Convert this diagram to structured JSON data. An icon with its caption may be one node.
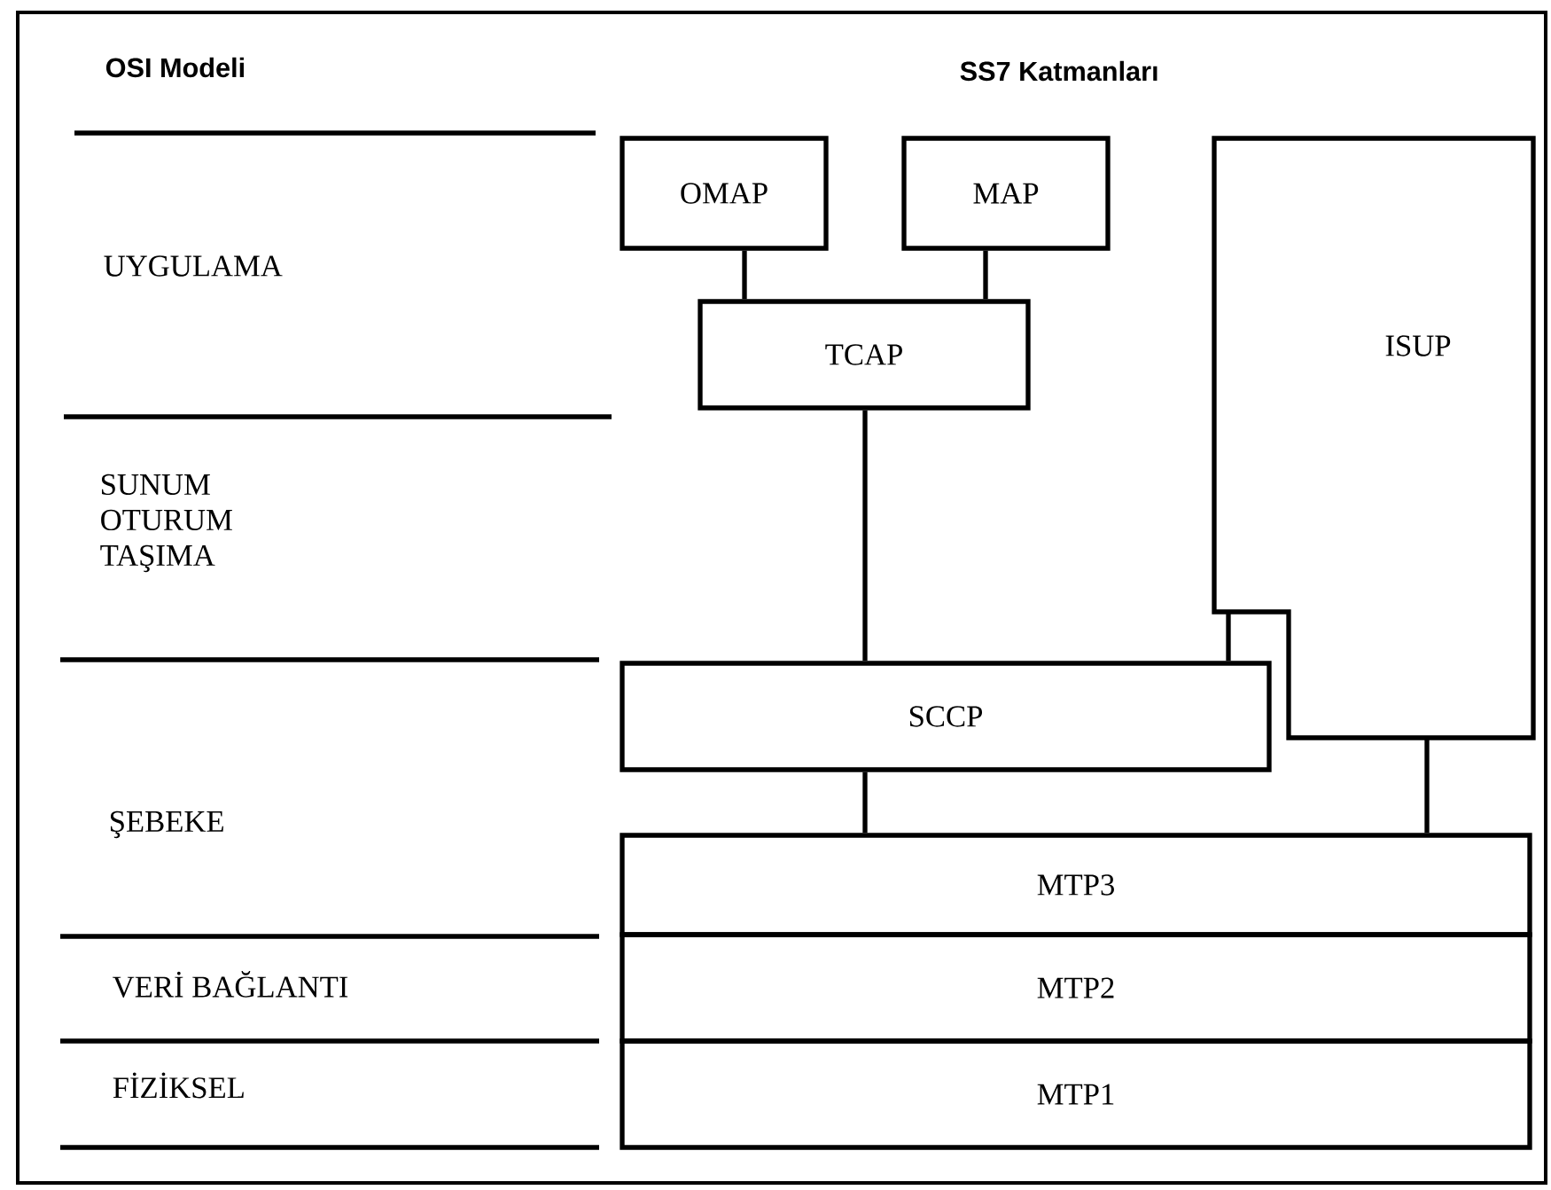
{
  "diagram": {
    "nodes": [
      {
        "text": [
          "OMAP"
        ]
      },
      {
        "text": [
          "MAP"
        ]
      },
      {
        "text": [
          "TCAP"
        ]
      },
      {
        "text": [
          "ISUP"
        ]
      },
      {
        "text": [
          "SCCP"
        ]
      },
      {
        "text": [
          "MTP3"
        ]
      },
      {
        "text": [
          "MTP2"
        ]
      },
      {
        "text": [
          "MTP1"
        ]
      }
    ],
    "edges": [
      {
        "from": 0,
        "to": 2,
        "arrow": "none"
      },
      {
        "from": 1,
        "to": 2,
        "arrow": "none"
      },
      {
        "from": 2,
        "to": 4,
        "arrow": "none"
      },
      {
        "from": 3,
        "to": 4,
        "arrow": "none"
      },
      {
        "from": 4,
        "to": 5,
        "arrow": "none"
      },
      {
        "from": 3,
        "to": 5,
        "arrow": "none"
      }
    ],
    "labels": [
      "OSI Modeli",
      "SS7 Katmanları",
      "UYGULAMA",
      "SUNUM OTURUM TAŞIMA",
      "ŞEBEKE",
      "VERİ BAĞLANTI",
      "FİZİKSEL"
    ]
  }
}
